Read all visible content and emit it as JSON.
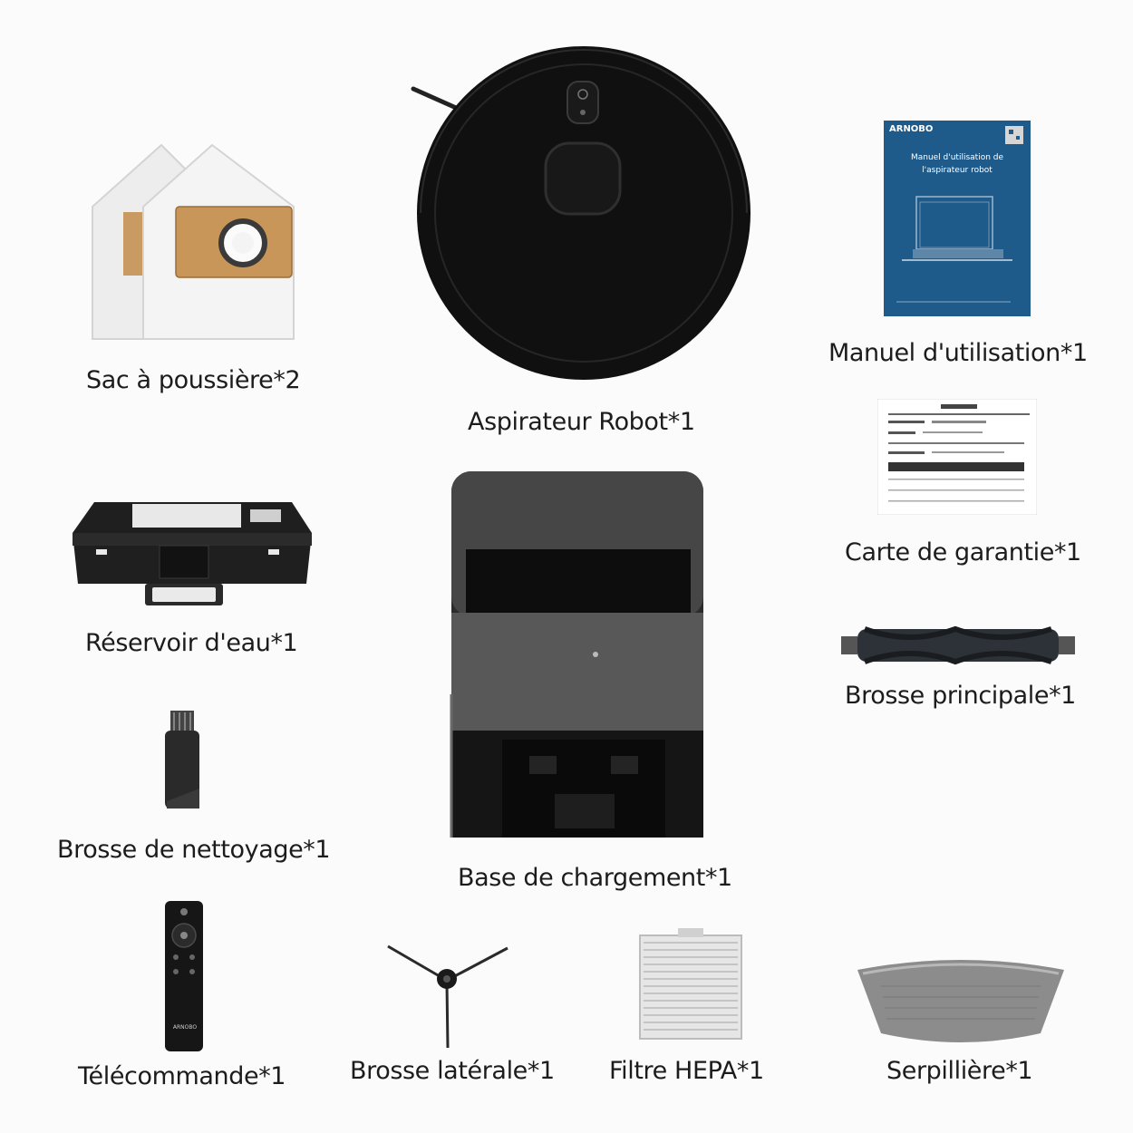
{
  "items": {
    "dust_bag": {
      "label": "Sac à poussière*2"
    },
    "robot": {
      "label": "Aspirateur Robot*1"
    },
    "manual": {
      "label": "Manuel d'utilisation*1",
      "brand": "ARNOBO",
      "title_line1": "Manuel d'utilisation de",
      "title_line2": "l'aspirateur robot"
    },
    "warranty": {
      "label": "Carte de garantie*1"
    },
    "water_tank": {
      "label": "Réservoir d'eau*1"
    },
    "base": {
      "label": "Base de chargement*1"
    },
    "main_brush": {
      "label": "Brosse principale*1"
    },
    "cleaning_brush": {
      "label": "Brosse de nettoyage*1"
    },
    "remote": {
      "label": "Télécommande*1",
      "brand": "ARNOBO"
    },
    "side_brush": {
      "label": "Brosse latérale*1"
    },
    "hepa": {
      "label": "Filtre HEPA*1"
    },
    "mop": {
      "label": "Serpillière*1"
    }
  },
  "colors": {
    "background": "#fbfbfb",
    "manual_blue": "#1f5b8a",
    "text": "#1c1c1c"
  }
}
